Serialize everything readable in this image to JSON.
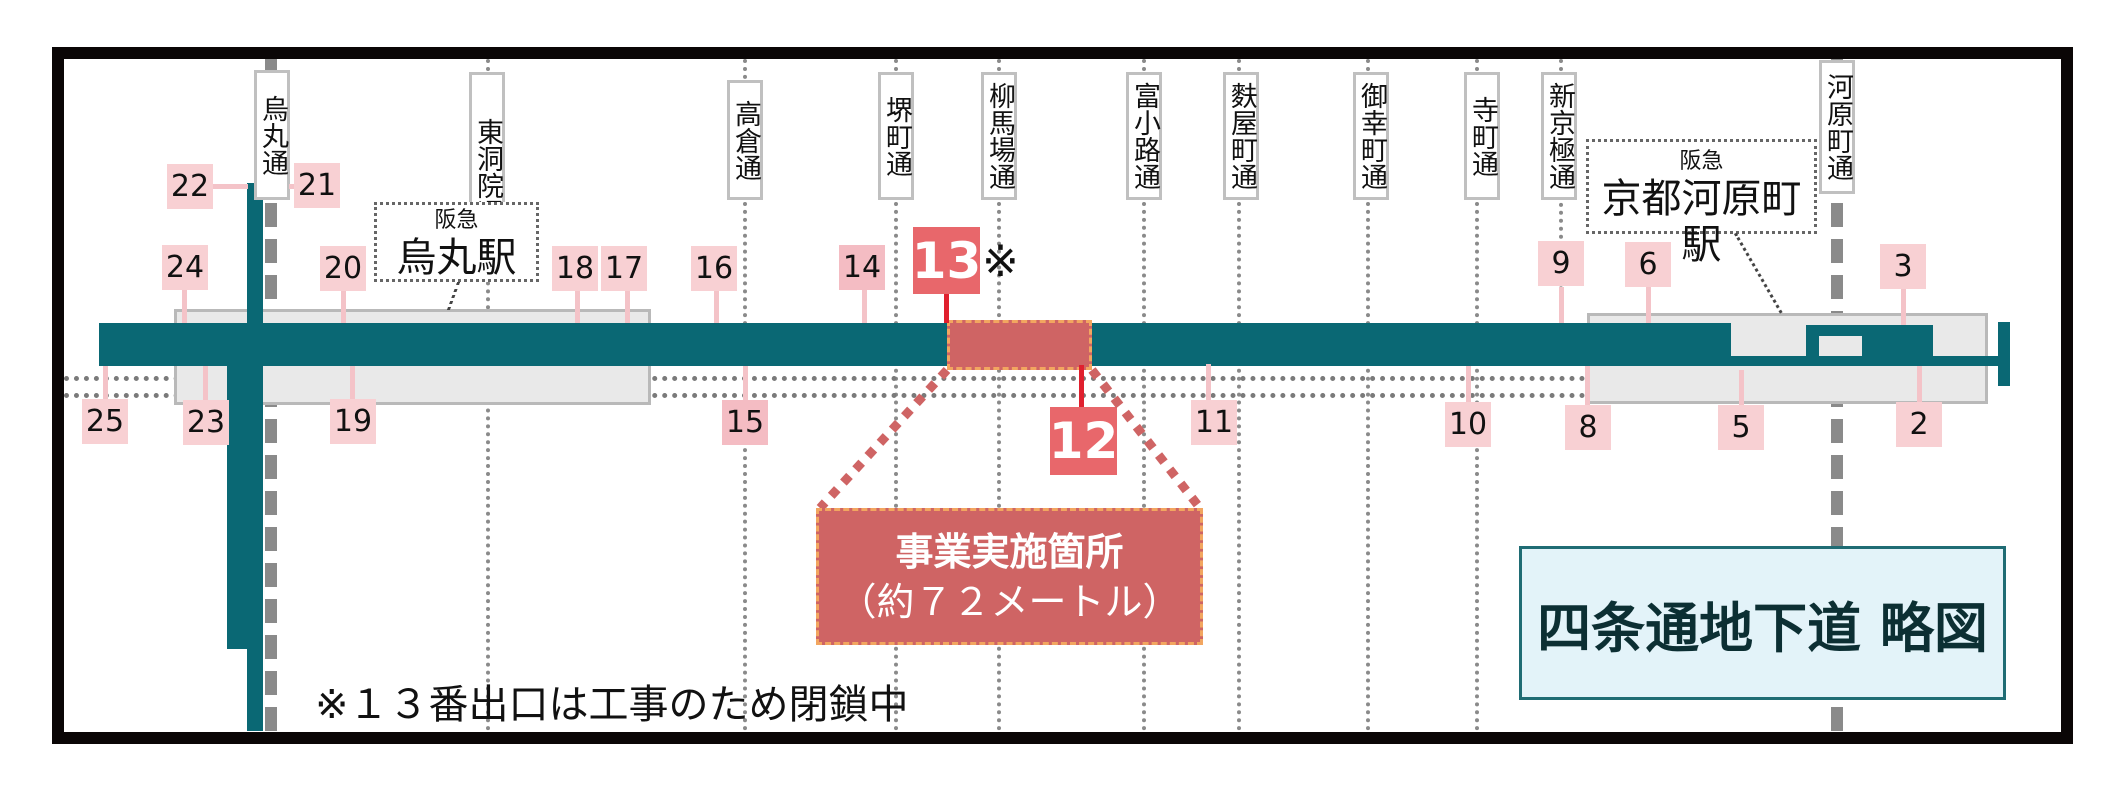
{
  "title": "四条通地下道 略図",
  "colors": {
    "corridor": "#0a6874",
    "exit_badge": "#f8d0d3",
    "closed_exit": "#e8676b",
    "construction": "#cf6464",
    "construction_border": "#f2a660",
    "station_area": "#e9e9e9",
    "title_bg": "#e3f3f9"
  },
  "streets": [
    {
      "id": "karasuma",
      "label": "烏丸通",
      "major": true
    },
    {
      "id": "higashinotoin",
      "label": "東洞院通"
    },
    {
      "id": "takakura",
      "label": "高倉通"
    },
    {
      "id": "sakaimachi",
      "label": "堺町通"
    },
    {
      "id": "yanaginobamba",
      "label": "柳馬場通"
    },
    {
      "id": "tominokoji",
      "label": "富小路通"
    },
    {
      "id": "fuyacho",
      "label": "麩屋町通"
    },
    {
      "id": "gokomachi",
      "label": "御幸町通"
    },
    {
      "id": "teramachi",
      "label": "寺町通"
    },
    {
      "id": "shinkyogoku",
      "label": "新京極通"
    },
    {
      "id": "kawaramachi",
      "label": "河原町通",
      "major": true
    }
  ],
  "stations": [
    {
      "operator": "阪急",
      "name": "烏丸駅"
    },
    {
      "operator": "阪急",
      "name": "京都河原町駅"
    }
  ],
  "exits": {
    "north": [
      "22",
      "21",
      "24",
      "20",
      "18",
      "17",
      "16",
      "14",
      "13",
      "9",
      "6",
      "3"
    ],
    "south": [
      "25",
      "23",
      "19",
      "15",
      "12",
      "11",
      "10",
      "8",
      "5",
      "2"
    ]
  },
  "closed_exit": {
    "number": "13",
    "mark": "※"
  },
  "construction_exit": {
    "number": "12"
  },
  "callout": {
    "line1": "事業実施箇所",
    "line2": "（約７２メートル）"
  },
  "note": "※１３番出口は工事のため閉鎖中"
}
